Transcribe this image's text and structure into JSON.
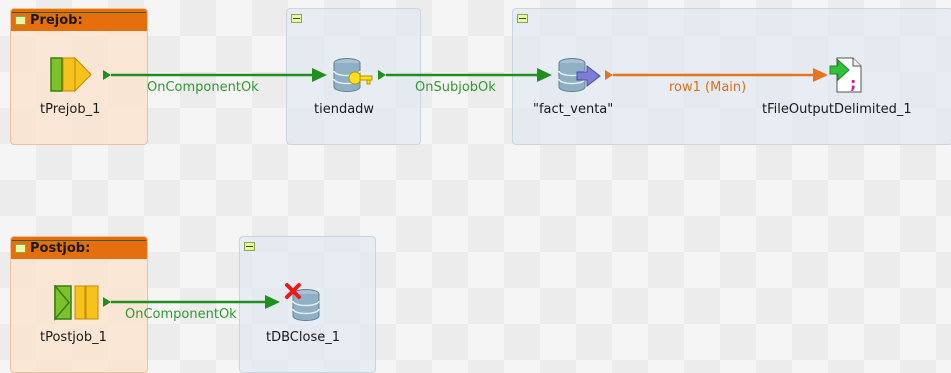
{
  "subjobs": {
    "prejob": {
      "title": "Prejob:"
    },
    "postjob": {
      "title": "Postjob:"
    }
  },
  "components": {
    "tprejob": "tPrejob_1",
    "tiendadw": "tiendadw",
    "fact_venta": "\"fact_venta\"",
    "tfileoutput": "tFileOutputDelimited_1",
    "tpostjob": "tPostjob_1",
    "tdbclose": "tDBClose_1"
  },
  "connections": {
    "prejob_ok": "OnComponentOk",
    "subjob_ok": "OnSubjobOk",
    "row1": "row1 (Main)",
    "postjob_ok": "OnComponentOk"
  },
  "colors": {
    "trigger_green": "#1f8f1f",
    "row_orange": "#e8731e",
    "header_orange": "#e46f0c"
  }
}
